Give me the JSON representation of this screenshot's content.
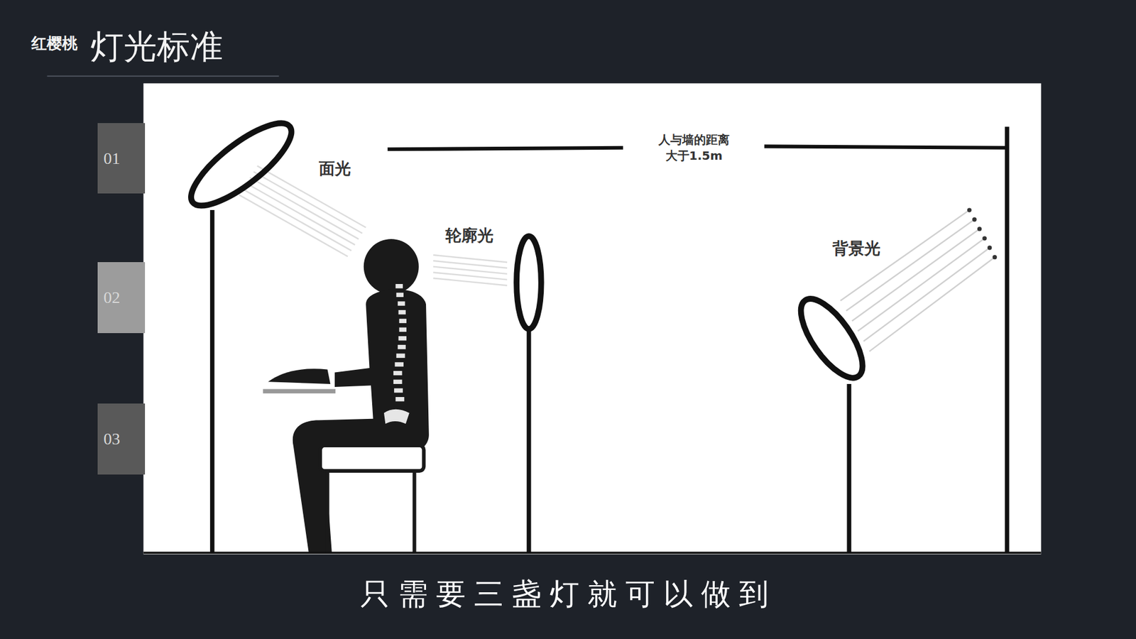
{
  "diagram": {
    "title": "灯光标准",
    "caption": "只需要三盏灯就可以做到",
    "nodes": [
      {
        "text": [
          "01"
        ]
      },
      {
        "text": [
          "02"
        ]
      },
      {
        "text": [
          "03"
        ]
      }
    ],
    "labels": [
      "红樱桃",
      "面光",
      "人与墙的距离 大于1.5m",
      "轮廓光",
      "背景光"
    ]
  }
}
